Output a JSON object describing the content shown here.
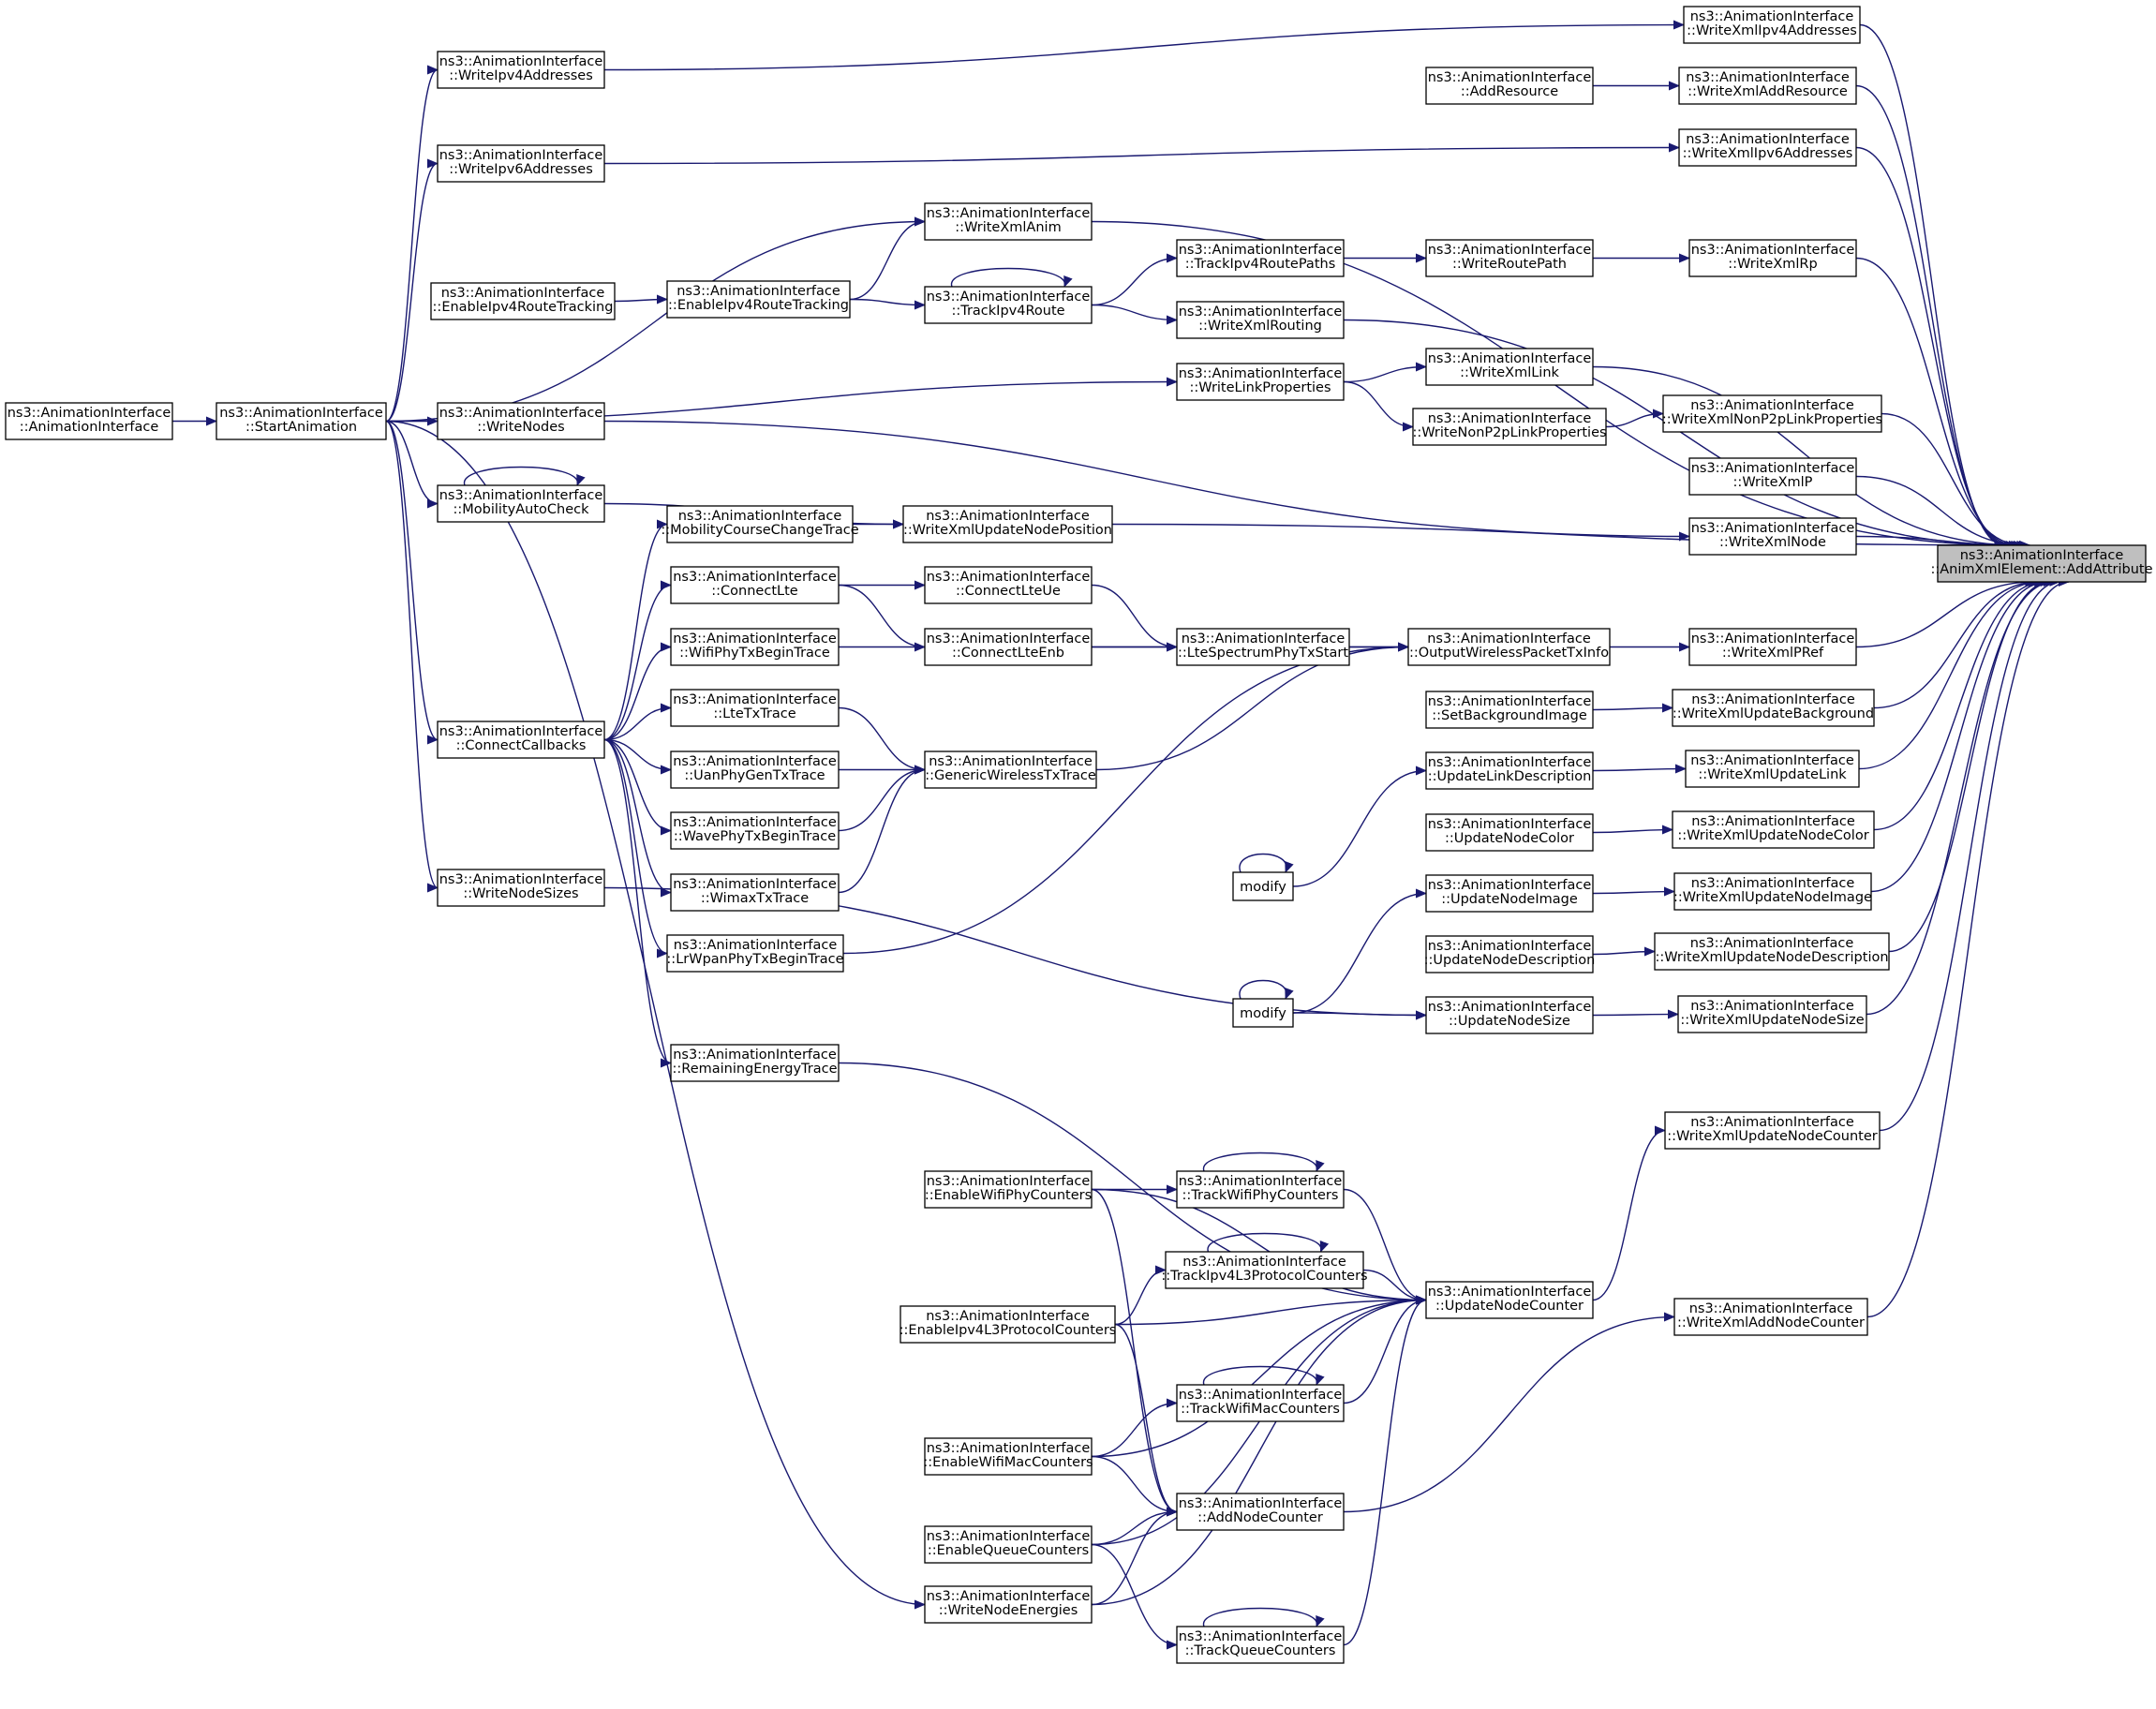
{
  "graph": {
    "type": "call-graph",
    "colors": {
      "edge": "#191970",
      "node_fill": "#ffffff",
      "root_fill": "#bfbfbf",
      "node_stroke": "#000000"
    },
    "nodes": [
      {
        "id": "root",
        "lines": [
          "ns3::AnimationInterface",
          "::AnimXmlElement::AddAttribute"
        ],
        "highlight": true
      },
      {
        "id": "ctor",
        "lines": [
          "ns3::AnimationInterface",
          "::AnimationInterface"
        ]
      },
      {
        "id": "start",
        "lines": [
          "ns3::AnimationInterface",
          "::StartAnimation"
        ]
      },
      {
        "id": "wipv4",
        "lines": [
          "ns3::AnimationInterface",
          "::WriteIpv4Addresses"
        ]
      },
      {
        "id": "wipv6",
        "lines": [
          "ns3::AnimationInterface",
          "::WriteIpv6Addresses"
        ]
      },
      {
        "id": "enIpv4RT_a",
        "lines": [
          "ns3::AnimationInterface",
          "::EnableIpv4RouteTracking"
        ]
      },
      {
        "id": "enIpv4RT_b",
        "lines": [
          "ns3::AnimationInterface",
          "::EnableIpv4RouteTracking"
        ]
      },
      {
        "id": "wnodes",
        "lines": [
          "ns3::AnimationInterface",
          "::WriteNodes"
        ]
      },
      {
        "id": "mob",
        "lines": [
          "ns3::AnimationInterface",
          "::MobilityAutoCheck"
        ]
      },
      {
        "id": "cc",
        "lines": [
          "ns3::AnimationInterface",
          "::ConnectCallbacks"
        ]
      },
      {
        "id": "wnsizes",
        "lines": [
          "ns3::AnimationInterface",
          "::WriteNodeSizes"
        ]
      },
      {
        "id": "mcct",
        "lines": [
          "ns3::AnimationInterface",
          "::MobilityCourseChangeTrace"
        ]
      },
      {
        "id": "clte",
        "lines": [
          "ns3::AnimationInterface",
          "::ConnectLte"
        ]
      },
      {
        "id": "wifitx",
        "lines": [
          "ns3::AnimationInterface",
          "::WifiPhyTxBeginTrace"
        ]
      },
      {
        "id": "ltetx",
        "lines": [
          "ns3::AnimationInterface",
          "::LteTxTrace"
        ]
      },
      {
        "id": "uantx",
        "lines": [
          "ns3::AnimationInterface",
          "::UanPhyGenTxTrace"
        ]
      },
      {
        "id": "wavetx",
        "lines": [
          "ns3::AnimationInterface",
          "::WavePhyTxBeginTrace"
        ]
      },
      {
        "id": "wimaxtx",
        "lines": [
          "ns3::AnimationInterface",
          "::WimaxTxTrace"
        ]
      },
      {
        "id": "lrwpantx",
        "lines": [
          "ns3::AnimationInterface",
          "::LrWpanPhyTxBeginTrace"
        ]
      },
      {
        "id": "remen",
        "lines": [
          "ns3::AnimationInterface",
          "::RemainingEnergyTrace"
        ]
      },
      {
        "id": "wxanim",
        "lines": [
          "ns3::AnimationInterface",
          "::WriteXmlAnim"
        ]
      },
      {
        "id": "trIpv4R",
        "lines": [
          "ns3::AnimationInterface",
          "::TrackIpv4Route"
        ]
      },
      {
        "id": "wxunp",
        "lines": [
          "ns3::AnimationInterface",
          "::WriteXmlUpdateNodePosition"
        ]
      },
      {
        "id": "clteue",
        "lines": [
          "ns3::AnimationInterface",
          "::ConnectLteUe"
        ]
      },
      {
        "id": "clteenb",
        "lines": [
          "ns3::AnimationInterface",
          "::ConnectLteEnb"
        ]
      },
      {
        "id": "gwtx",
        "lines": [
          "ns3::AnimationInterface",
          "::GenericWirelessTxTrace"
        ]
      },
      {
        "id": "enwifiphy",
        "lines": [
          "ns3::AnimationInterface",
          "::EnableWifiPhyCounters"
        ]
      },
      {
        "id": "enipv4l3",
        "lines": [
          "ns3::AnimationInterface",
          "::EnableIpv4L3ProtocolCounters"
        ]
      },
      {
        "id": "enwifimac",
        "lines": [
          "ns3::AnimationInterface",
          "::EnableWifiMacCounters"
        ]
      },
      {
        "id": "enqueue",
        "lines": [
          "ns3::AnimationInterface",
          "::EnableQueueCounters"
        ]
      },
      {
        "id": "wnenergies",
        "lines": [
          "ns3::AnimationInterface",
          "::WriteNodeEnergies"
        ]
      },
      {
        "id": "trIpv4RP",
        "lines": [
          "ns3::AnimationInterface",
          "::TrackIpv4RoutePaths"
        ]
      },
      {
        "id": "wxrouting",
        "lines": [
          "ns3::AnimationInterface",
          "::WriteXmlRouting"
        ]
      },
      {
        "id": "wlinkprop",
        "lines": [
          "ns3::AnimationInterface",
          "::WriteLinkProperties"
        ]
      },
      {
        "id": "ltespec",
        "lines": [
          "ns3::AnimationInterface",
          "::LteSpectrumPhyTxStart"
        ]
      },
      {
        "id": "modify1",
        "lines": [
          "modify"
        ]
      },
      {
        "id": "modify2",
        "lines": [
          "modify"
        ]
      },
      {
        "id": "trwifiphy",
        "lines": [
          "ns3::AnimationInterface",
          "::TrackWifiPhyCounters"
        ]
      },
      {
        "id": "tripv4l3",
        "lines": [
          "ns3::AnimationInterface",
          "::TrackIpv4L3ProtocolCounters"
        ]
      },
      {
        "id": "trwifimac",
        "lines": [
          "ns3::AnimationInterface",
          "::TrackWifiMacCounters"
        ]
      },
      {
        "id": "addnc",
        "lines": [
          "ns3::AnimationInterface",
          "::AddNodeCounter"
        ]
      },
      {
        "id": "trqueue",
        "lines": [
          "ns3::AnimationInterface",
          "::TrackQueueCounters"
        ]
      },
      {
        "id": "addres",
        "lines": [
          "ns3::AnimationInterface",
          "::AddResource"
        ]
      },
      {
        "id": "wroutepath",
        "lines": [
          "ns3::AnimationInterface",
          "::WriteRoutePath"
        ]
      },
      {
        "id": "wxlink",
        "lines": [
          "ns3::AnimationInterface",
          "::WriteXmlLink"
        ]
      },
      {
        "id": "wnonp2p",
        "lines": [
          "ns3::AnimationInterface",
          "::WriteNonP2pLinkProperties"
        ]
      },
      {
        "id": "owptx",
        "lines": [
          "ns3::AnimationInterface",
          "::OutputWirelessPacketTxInfo"
        ]
      },
      {
        "id": "setbg",
        "lines": [
          "ns3::AnimationInterface",
          "::SetBackgroundImage"
        ]
      },
      {
        "id": "updld",
        "lines": [
          "ns3::AnimationInterface",
          "::UpdateLinkDescription"
        ]
      },
      {
        "id": "updnc",
        "lines": [
          "ns3::AnimationInterface",
          "::UpdateNodeColor"
        ]
      },
      {
        "id": "updni",
        "lines": [
          "ns3::AnimationInterface",
          "::UpdateNodeImage"
        ]
      },
      {
        "id": "updnd",
        "lines": [
          "ns3::AnimationInterface",
          "::UpdateNodeDescription"
        ]
      },
      {
        "id": "updns",
        "lines": [
          "ns3::AnimationInterface",
          "::UpdateNodeSize"
        ]
      },
      {
        "id": "updncnt",
        "lines": [
          "ns3::AnimationInterface",
          "::UpdateNodeCounter"
        ]
      },
      {
        "id": "wxipv4",
        "lines": [
          "ns3::AnimationInterface",
          "::WriteXmlIpv4Addresses"
        ]
      },
      {
        "id": "wxaddres",
        "lines": [
          "ns3::AnimationInterface",
          "::WriteXmlAddResource"
        ]
      },
      {
        "id": "wxipv6",
        "lines": [
          "ns3::AnimationInterface",
          "::WriteXmlIpv6Addresses"
        ]
      },
      {
        "id": "wxrp",
        "lines": [
          "ns3::AnimationInterface",
          "::WriteXmlRp"
        ]
      },
      {
        "id": "wxnonp2p",
        "lines": [
          "ns3::AnimationInterface",
          "::WriteXmlNonP2pLinkProperties"
        ]
      },
      {
        "id": "wxp",
        "lines": [
          "ns3::AnimationInterface",
          "::WriteXmlP"
        ]
      },
      {
        "id": "wxnode",
        "lines": [
          "ns3::AnimationInterface",
          "::WriteXmlNode"
        ]
      },
      {
        "id": "wxpref",
        "lines": [
          "ns3::AnimationInterface",
          "::WriteXmlPRef"
        ]
      },
      {
        "id": "wxubg",
        "lines": [
          "ns3::AnimationInterface",
          "::WriteXmlUpdateBackground"
        ]
      },
      {
        "id": "wxulink",
        "lines": [
          "ns3::AnimationInterface",
          "::WriteXmlUpdateLink"
        ]
      },
      {
        "id": "wxunc",
        "lines": [
          "ns3::AnimationInterface",
          "::WriteXmlUpdateNodeColor"
        ]
      },
      {
        "id": "wxuni",
        "lines": [
          "ns3::AnimationInterface",
          "::WriteXmlUpdateNodeImage"
        ]
      },
      {
        "id": "wxund",
        "lines": [
          "ns3::AnimationInterface",
          "::WriteXmlUpdateNodeDescription"
        ]
      },
      {
        "id": "wxuns",
        "lines": [
          "ns3::AnimationInterface",
          "::WriteXmlUpdateNodeSize"
        ]
      },
      {
        "id": "wxuncnt",
        "lines": [
          "ns3::AnimationInterface",
          "::WriteXmlUpdateNodeCounter"
        ]
      },
      {
        "id": "wxanc",
        "lines": [
          "ns3::AnimationInterface",
          "::WriteXmlAddNodeCounter"
        ]
      }
    ],
    "edges": [
      [
        "ctor",
        "start"
      ],
      [
        "start",
        "wipv4"
      ],
      [
        "start",
        "wipv6"
      ],
      [
        "start",
        "wxanim"
      ],
      [
        "start",
        "wlinkprop"
      ],
      [
        "start",
        "wnodes"
      ],
      [
        "start",
        "mob"
      ],
      [
        "start",
        "cc"
      ],
      [
        "start",
        "wnsizes"
      ],
      [
        "start",
        "wnenergies"
      ],
      [
        "mob",
        "mob"
      ],
      [
        "mob",
        "wxunp"
      ],
      [
        "cc",
        "mcct"
      ],
      [
        "cc",
        "clte"
      ],
      [
        "cc",
        "wifitx"
      ],
      [
        "cc",
        "ltetx"
      ],
      [
        "cc",
        "uantx"
      ],
      [
        "cc",
        "wavetx"
      ],
      [
        "cc",
        "wimaxtx"
      ],
      [
        "cc",
        "lrwpantx"
      ],
      [
        "cc",
        "remen"
      ],
      [
        "mcct",
        "wxunp"
      ],
      [
        "clte",
        "clteue"
      ],
      [
        "clte",
        "clteenb"
      ],
      [
        "clteue",
        "ltespec"
      ],
      [
        "clteenb",
        "ltespec"
      ],
      [
        "ltespec",
        "owptx"
      ],
      [
        "wifitx",
        "owptx"
      ],
      [
        "ltetx",
        "gwtx"
      ],
      [
        "uantx",
        "gwtx"
      ],
      [
        "wavetx",
        "gwtx"
      ],
      [
        "wimaxtx",
        "gwtx"
      ],
      [
        "lrwpantx",
        "owptx"
      ],
      [
        "gwtx",
        "owptx"
      ],
      [
        "remen",
        "updncnt"
      ],
      [
        "enIpv4RT_a",
        "enIpv4RT_b"
      ],
      [
        "enIpv4RT_b",
        "wxanim"
      ],
      [
        "enIpv4RT_b",
        "trIpv4R"
      ],
      [
        "trIpv4R",
        "trIpv4R"
      ],
      [
        "trIpv4R",
        "trIpv4RP"
      ],
      [
        "trIpv4R",
        "wxrouting"
      ],
      [
        "trIpv4RP",
        "wroutepath"
      ],
      [
        "wroutepath",
        "wxrp"
      ],
      [
        "wlinkprop",
        "wxlink"
      ],
      [
        "wlinkprop",
        "wnonp2p"
      ],
      [
        "wnonp2p",
        "wxnonp2p"
      ],
      [
        "wipv4",
        "wxipv4"
      ],
      [
        "wipv6",
        "wxipv6"
      ],
      [
        "addres",
        "wxaddres"
      ],
      [
        "wnodes",
        "wxnode"
      ],
      [
        "owptx",
        "wxpref"
      ],
      [
        "setbg",
        "wxubg"
      ],
      [
        "modify1",
        "modify1"
      ],
      [
        "modify1",
        "updld"
      ],
      [
        "updld",
        "wxulink"
      ],
      [
        "updnc",
        "wxunc"
      ],
      [
        "updni",
        "wxuni"
      ],
      [
        "updnd",
        "wxund"
      ],
      [
        "modify2",
        "modify2"
      ],
      [
        "modify2",
        "updni"
      ],
      [
        "modify2",
        "updns"
      ],
      [
        "wnsizes",
        "updns"
      ],
      [
        "updns",
        "wxuns"
      ],
      [
        "enwifiphy",
        "trwifiphy"
      ],
      [
        "enwifiphy",
        "updncnt"
      ],
      [
        "enwifiphy",
        "addnc"
      ],
      [
        "trwifiphy",
        "trwifiphy"
      ],
      [
        "trwifiphy",
        "updncnt"
      ],
      [
        "enipv4l3",
        "tripv4l3"
      ],
      [
        "enipv4l3",
        "updncnt"
      ],
      [
        "enipv4l3",
        "addnc"
      ],
      [
        "tripv4l3",
        "tripv4l3"
      ],
      [
        "tripv4l3",
        "updncnt"
      ],
      [
        "enwifimac",
        "trwifimac"
      ],
      [
        "enwifimac",
        "updncnt"
      ],
      [
        "enwifimac",
        "addnc"
      ],
      [
        "trwifimac",
        "trwifimac"
      ],
      [
        "trwifimac",
        "updncnt"
      ],
      [
        "enqueue",
        "addnc"
      ],
      [
        "enqueue",
        "trqueue"
      ],
      [
        "enqueue",
        "updncnt"
      ],
      [
        "trqueue",
        "trqueue"
      ],
      [
        "trqueue",
        "updncnt"
      ],
      [
        "wnenergies",
        "addnc"
      ],
      [
        "wnenergies",
        "updncnt"
      ],
      [
        "addnc",
        "wxanc"
      ],
      [
        "updncnt",
        "wxuncnt"
      ],
      [
        "wxipv4",
        "root"
      ],
      [
        "wxaddres",
        "root"
      ],
      [
        "wxipv6",
        "root"
      ],
      [
        "wxanim",
        "root"
      ],
      [
        "wxrp",
        "root"
      ],
      [
        "wxrouting",
        "root"
      ],
      [
        "wxlink",
        "root"
      ],
      [
        "wxnonp2p",
        "root"
      ],
      [
        "wxp",
        "root"
      ],
      [
        "wxnode",
        "root"
      ],
      [
        "wxunp",
        "root"
      ],
      [
        "wxpref",
        "root"
      ],
      [
        "wxubg",
        "root"
      ],
      [
        "wxulink",
        "root"
      ],
      [
        "wxunc",
        "root"
      ],
      [
        "wxuni",
        "root"
      ],
      [
        "wxund",
        "root"
      ],
      [
        "wxuns",
        "root"
      ],
      [
        "wxuncnt",
        "root"
      ],
      [
        "wxanc",
        "root"
      ]
    ]
  }
}
